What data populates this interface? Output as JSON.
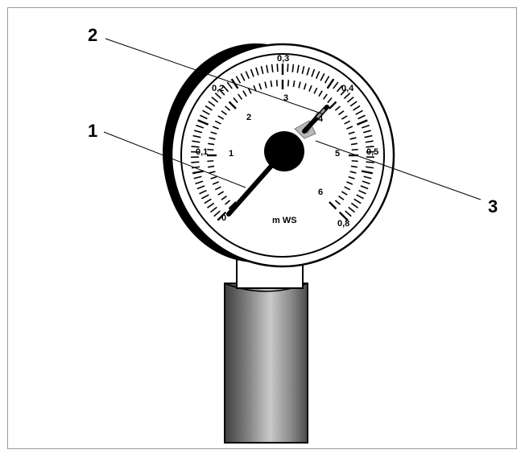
{
  "callouts": {
    "c1": "1",
    "c2": "2",
    "c3": "3"
  },
  "gauge": {
    "unit": "m WS",
    "outer_scale": [
      "0",
      "0,1",
      "0,2",
      "0,3",
      "0,4",
      "0,5",
      "0,8"
    ],
    "inner_scale": [
      "1",
      "2",
      "3",
      "4",
      "5",
      "6"
    ]
  },
  "colors": {
    "border": "#9a9a9a",
    "ink": "#000000",
    "pipe_dark": "#4a4a4a",
    "pipe_light": "#c8c8c8",
    "paper": "#ffffff"
  }
}
